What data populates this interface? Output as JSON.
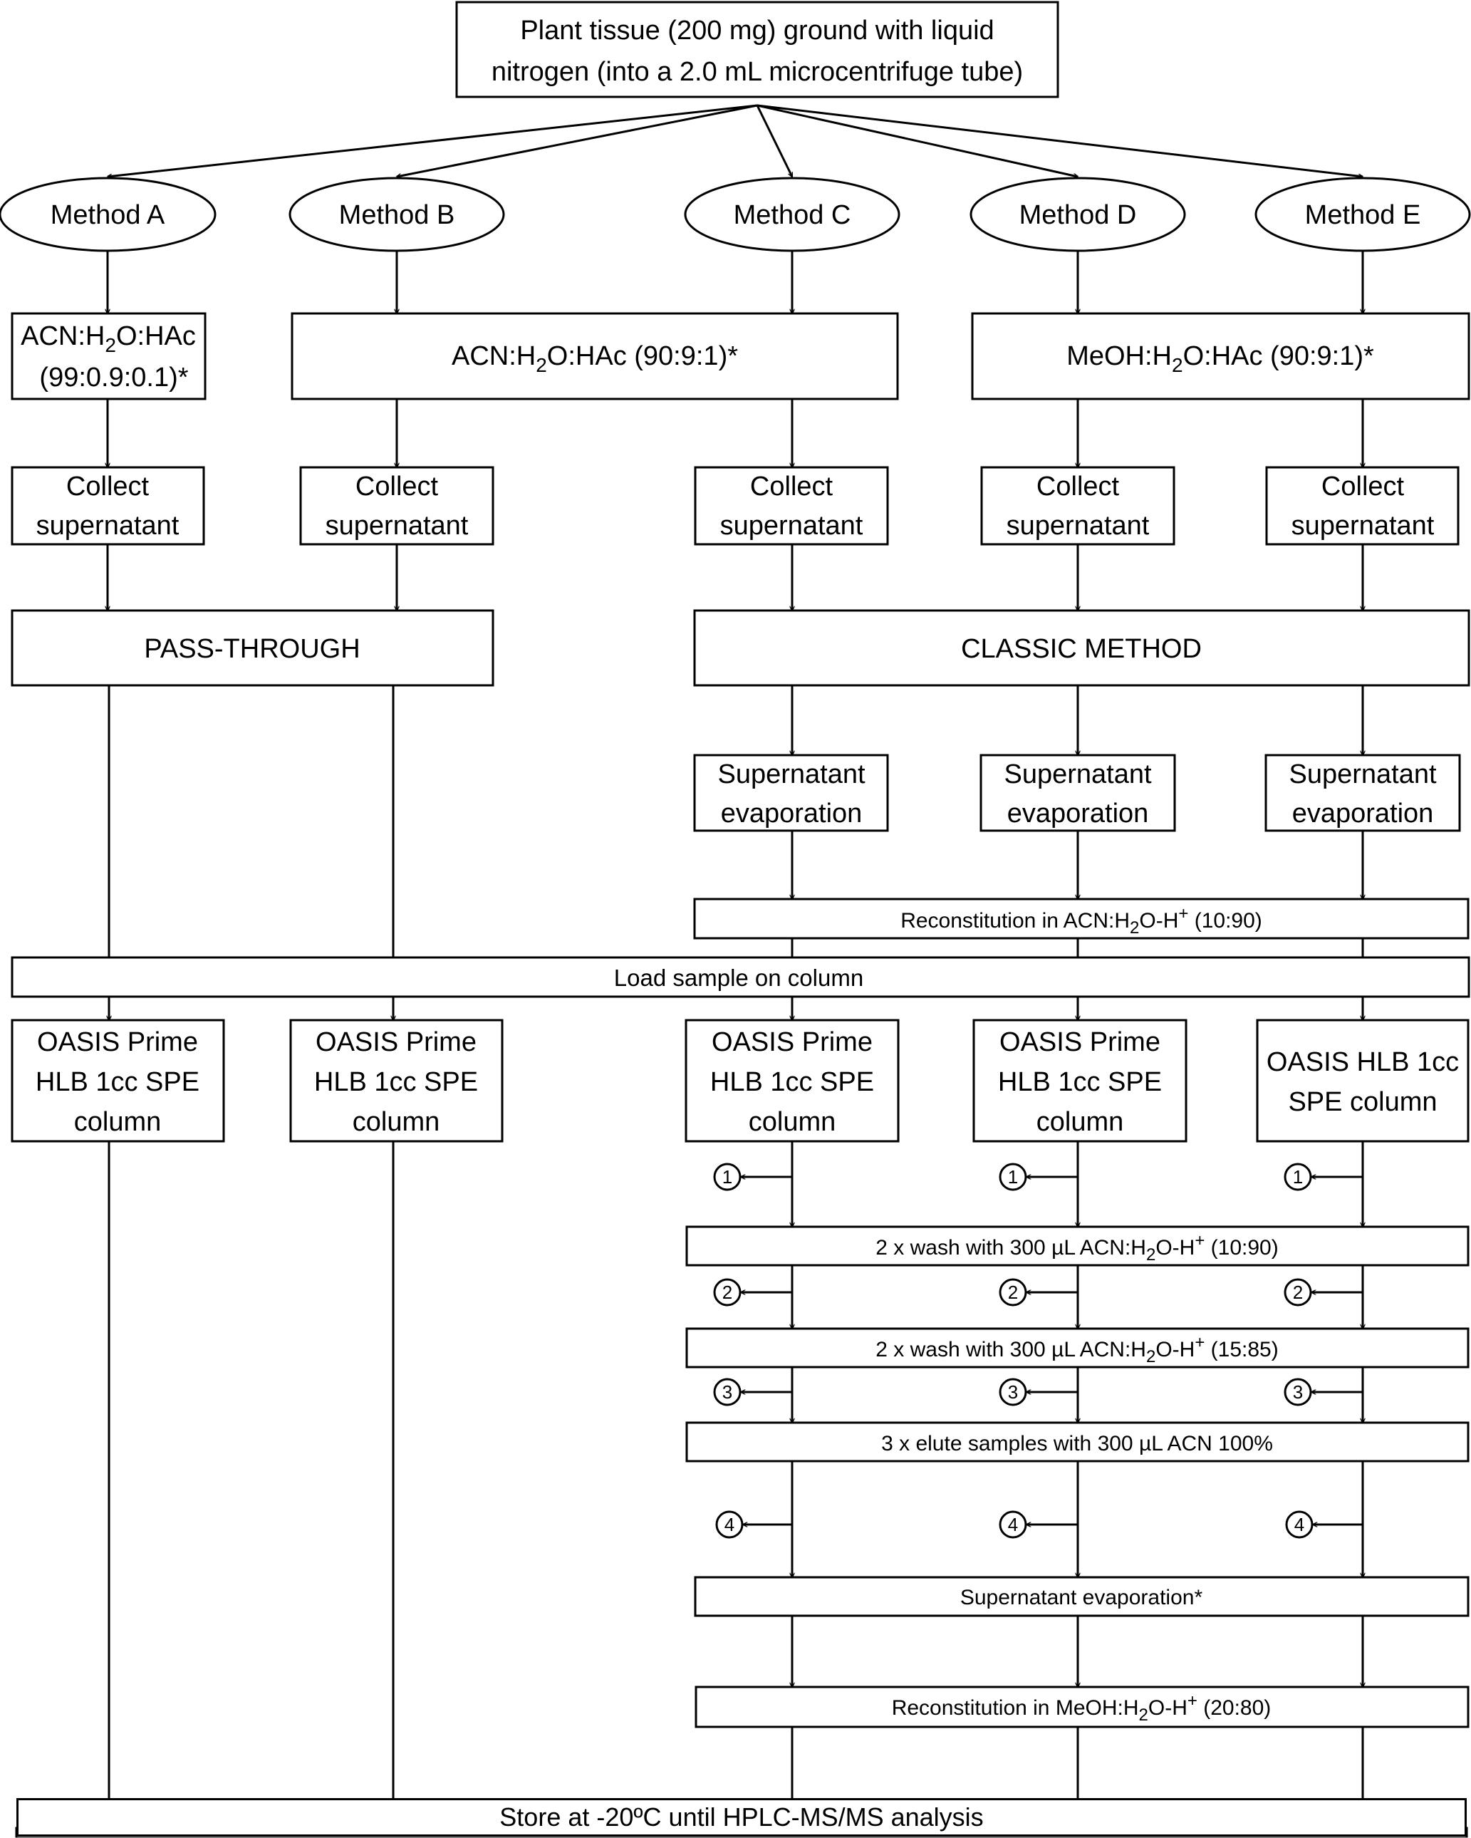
{
  "start": {
    "line1": "Plant tissue (200 mg) ground with liquid",
    "line2": "nitrogen (into a 2.0 mL microcentrifuge tube)"
  },
  "methods": [
    "Method A",
    "Method B",
    "Method C",
    "Method D",
    "Method E"
  ],
  "solvents": {
    "a_line1": "ACN:H",
    "a_sub": "2",
    "a_line1_rest": "O:HAc",
    "a_line2": "(99:0.9:0.1)*",
    "bc_pre": "ACN:H",
    "bc_sub": "2",
    "bc_post": "O:HAc (90:9:1)*",
    "de_pre": "MeOH:H",
    "de_sub": "2",
    "de_post": "O:HAc (90:9:1)*"
  },
  "collect": {
    "line1": "Collect",
    "line2": "supernatant"
  },
  "pass_through": "PASS-THROUGH",
  "classic_method": "CLASSIC METHOD",
  "sup_evap": {
    "line1": "Supernatant",
    "line2": "evaporation"
  },
  "reconst1": {
    "pre": "Reconstitution in ACN:H",
    "sub": "2",
    "mid": "O-H",
    "sup": "+",
    "post": " (10:90)"
  },
  "load": "Load sample on column",
  "columns": {
    "prime_line1": "OASIS Prime",
    "prime_line2": "HLB 1cc SPE",
    "prime_line3": "column",
    "hlb_line1": "OASIS HLB 1cc",
    "hlb_line2": "SPE column"
  },
  "wash1": {
    "pre": "2 x wash with 300 µL ACN:H",
    "sub": "2",
    "mid": "O-H",
    "sup": "+",
    "post": " (10:90)"
  },
  "wash2": {
    "pre": "2 x wash with 300 µL ACN:H",
    "sub": "2",
    "mid": "O-H",
    "sup": "+",
    "post": " (15:85)"
  },
  "elute": "3 x elute samples with 300 µL ACN 100%",
  "sup_evap_final": "Supernatant evaporation*",
  "reconst2": {
    "pre": "Reconstitution in MeOH:H",
    "sub": "2",
    "mid": "O-H",
    "sup": "+",
    "post": " (20:80)"
  },
  "store": "Store at -20ºC until HPLC-MS/MS analysis",
  "step_numbers": [
    "1",
    "2",
    "3",
    "4"
  ]
}
